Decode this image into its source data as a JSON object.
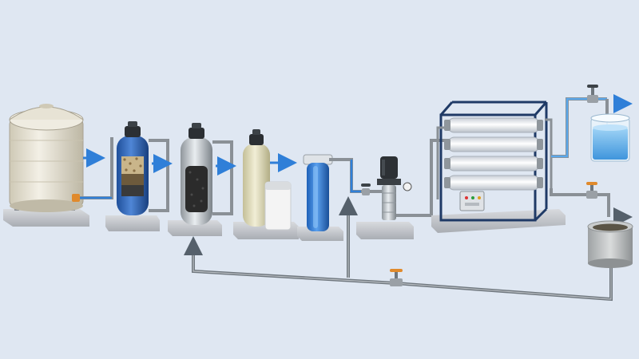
{
  "diagram": {
    "title": "",
    "units": [
      {
        "id": "raw-water-tank",
        "icon": "storage-tank-icon"
      },
      {
        "id": "multimedia-filter",
        "icon": "sand-filter-vessel-icon"
      },
      {
        "id": "activated-carbon-filter",
        "icon": "carbon-filter-vessel-icon"
      },
      {
        "id": "water-softener",
        "icon": "softener-with-brine-tank-icon"
      },
      {
        "id": "cartridge-filter",
        "icon": "cartridge-filter-housing-icon"
      },
      {
        "id": "high-pressure-pump",
        "icon": "vertical-multistage-pump-icon"
      },
      {
        "id": "ro-membrane-rack",
        "icon": "ro-membrane-skid-icon"
      },
      {
        "id": "product-water-tank",
        "icon": "clear-water-tank-icon"
      },
      {
        "id": "concentrate-drain",
        "icon": "drain-basin-icon"
      }
    ],
    "flows": [
      {
        "from": "raw-water-tank",
        "to": "multimedia-filter",
        "type": "feed"
      },
      {
        "from": "multimedia-filter",
        "to": "activated-carbon-filter",
        "type": "feed"
      },
      {
        "from": "activated-carbon-filter",
        "to": "water-softener",
        "type": "feed"
      },
      {
        "from": "water-softener",
        "to": "cartridge-filter",
        "type": "feed"
      },
      {
        "from": "cartridge-filter",
        "to": "high-pressure-pump",
        "type": "feed"
      },
      {
        "from": "high-pressure-pump",
        "to": "ro-membrane-rack",
        "type": "feed"
      },
      {
        "from": "ro-membrane-rack",
        "to": "product-water-tank",
        "type": "permeate"
      },
      {
        "from": "ro-membrane-rack",
        "to": "concentrate-drain",
        "type": "concentrate"
      },
      {
        "from": "concentrate-drain",
        "to": "activated-carbon-filter",
        "type": "return"
      },
      {
        "from": "concentrate-drain",
        "to": "high-pressure-pump",
        "type": "return"
      }
    ],
    "colors": {
      "background": "#dfe7f2",
      "feed_flow": "#2f7fd8",
      "pipe": "#8a9096",
      "valve": "#e08a2c",
      "return_flow": "#55606b"
    }
  }
}
